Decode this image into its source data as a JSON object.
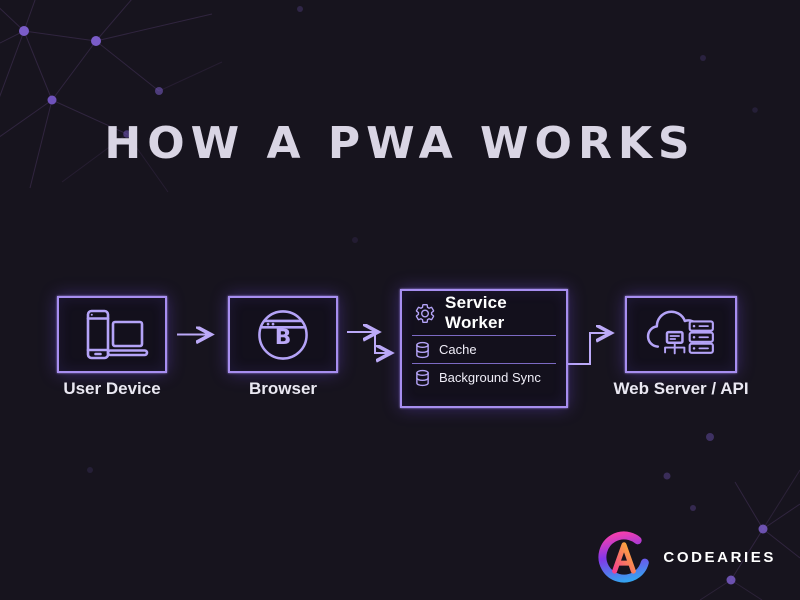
{
  "title": "HOW A PWA WORKS",
  "diagram": {
    "nodes": [
      {
        "id": "user-device",
        "label": "User Device",
        "icon": "devices-icon"
      },
      {
        "id": "browser",
        "label": "Browser",
        "icon": "browser-icon",
        "icon_letter": "B"
      },
      {
        "id": "service-worker",
        "label": "Service Worker",
        "icon": "gear-icon",
        "items": [
          {
            "label": "Cache",
            "icon": "database-icon"
          },
          {
            "label": "Background Sync",
            "icon": "database-icon"
          }
        ]
      },
      {
        "id": "web-server",
        "label": "Web Server / API",
        "icon": "cloud-server-icon"
      }
    ]
  },
  "logo": {
    "text": "CODEARIES"
  },
  "colors": {
    "background": "#17141e",
    "box_border": "#a78ef0",
    "arrow": "#bcaaf8",
    "glow": "#7e57ff",
    "title_text": "#d9d5e4",
    "label_text": "#eae8f2",
    "network_dot": "#7a5cc8",
    "logo_pink": "#f23fb0",
    "logo_purple": "#8437e8",
    "logo_blue": "#35a3f0",
    "logo_orange": "#fdba2d"
  }
}
